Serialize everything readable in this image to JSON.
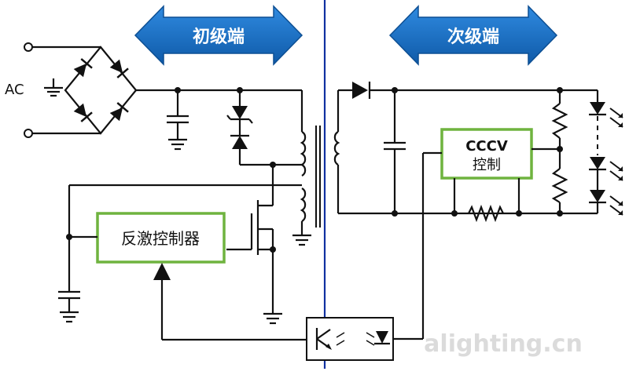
{
  "labels": {
    "primary": "初级端",
    "secondary": "次级端",
    "ac": "AC",
    "flyback_controller": "反激控制器",
    "cccv_line1": "CCCV",
    "cccv_line2": "控制",
    "watermark": "alighting.cn"
  },
  "colors": {
    "arrow_fill": "#1a6fc0",
    "arrow_edge": "#0d4f93",
    "divider": "#1030a0",
    "box_border": "#6fb33f",
    "wire": "#111111"
  }
}
